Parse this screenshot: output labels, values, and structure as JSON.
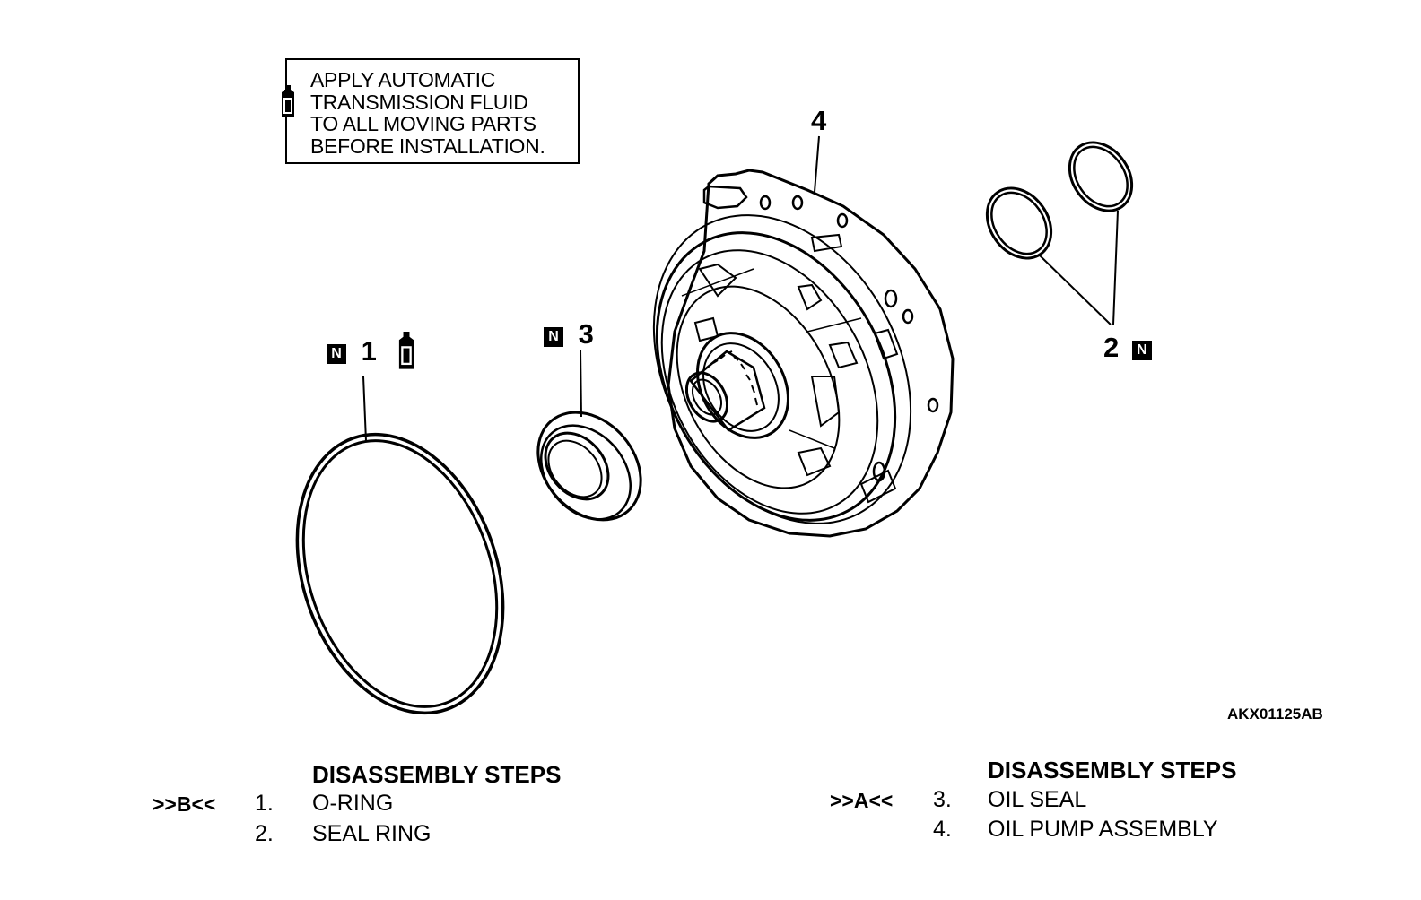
{
  "note": {
    "lines": [
      "APPLY AUTOMATIC",
      "TRANSMISSION FLUID",
      "TO ALL MOVING PARTS",
      "BEFORE INSTALLATION."
    ],
    "icon": "fluid-bottle-icon"
  },
  "callouts": {
    "part1": "1",
    "part2": "2",
    "part3": "3",
    "part4": "4",
    "new_badge": "N"
  },
  "figure_code": "AKX01125AB",
  "steps_left": {
    "header": "DISASSEMBLY STEPS",
    "mark": ">>B<<",
    "items": [
      {
        "num": "1.",
        "name": "O-RING"
      },
      {
        "num": "2.",
        "name": "SEAL RING"
      }
    ]
  },
  "steps_right": {
    "header": "DISASSEMBLY STEPS",
    "mark": ">>A<<",
    "items": [
      {
        "num": "3.",
        "name": "OIL SEAL"
      },
      {
        "num": "4.",
        "name": "OIL PUMP ASSEMBLY"
      }
    ]
  }
}
